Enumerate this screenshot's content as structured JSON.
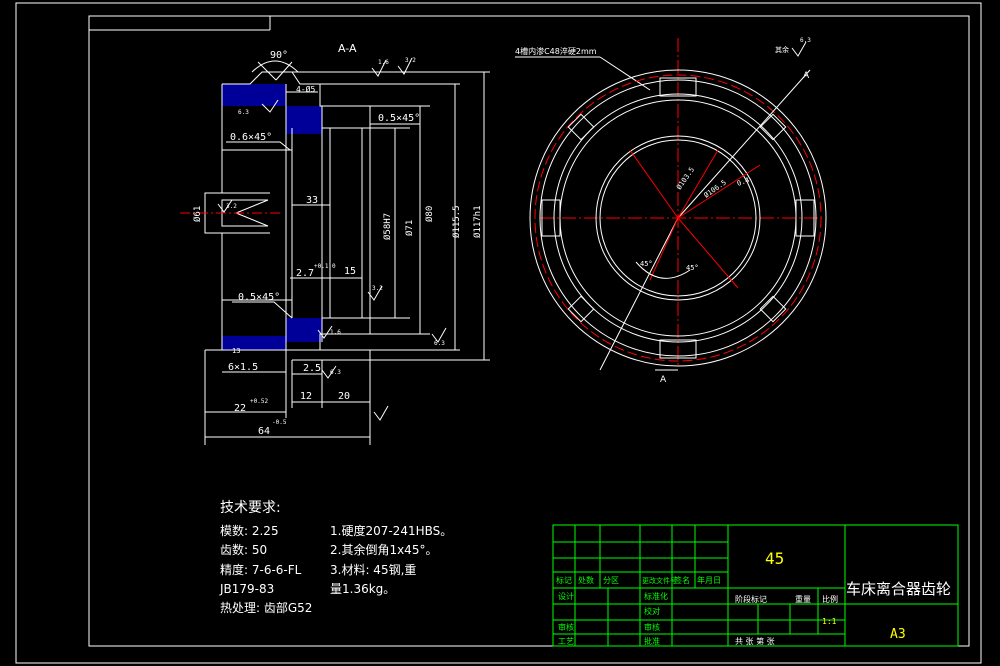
{
  "section_label": "A-A",
  "note_teeth": "4槽内渗C48淬硬2mm",
  "rest_roughness": "其余",
  "view_marker": "A",
  "dims": {
    "angle90": "90°",
    "chamfer4": "4-Ø5",
    "chamfer_a": "0.6×45°",
    "chamfer_b": "0.5×45°",
    "chamfer_c": "0.5×45°",
    "d33": "33",
    "d15": "15",
    "d27": "2.7",
    "d27_tol": "+0.1 0",
    "d12": "12",
    "d20": "20",
    "d25": "2.5",
    "d6x15": "6×1.5",
    "d13": "13",
    "d22": "22",
    "d22_tol": "+0.52",
    "d64": "64",
    "d64_tol": "-0.5",
    "phi58": "Ø58H7",
    "phi71": "Ø71",
    "phi80": "Ø80",
    "phi1155": "Ø115.5",
    "phi117": "Ø117h1",
    "r_note1": "Ø103.5",
    "r_note2": "Ø106.5",
    "r_note3": "0.4",
    "ang45a": "45°",
    "ang45b": "45°",
    "ra1": "1.6",
    "ra2": "3.2",
    "ra3": "6.3",
    "ra4": "3.2",
    "ra5": "3.2",
    "ra6": "6.3",
    "ra7": "1.6",
    "ra8": "6.3"
  },
  "tech": {
    "title": "技术要求:",
    "left": [
      "模数: 2.25",
      "齿数: 50",
      "精度: 7-6-6-FL",
      "JB179-83",
      "热处理: 齿部G52"
    ],
    "right": [
      "1.硬度207-241HBS。",
      "2.其余倒角1x45°。",
      "3.材料: 45钢,重",
      "量1.36kg。"
    ]
  },
  "title_block": {
    "material": "45",
    "part_name": "车床离合器齿轮",
    "sheet_size": "A3",
    "scale": "1:1",
    "hdr_cells": [
      "标记",
      "处数",
      "分区",
      "更改文件号",
      "签名",
      "年月日"
    ],
    "row_labels": [
      "设计",
      "标准化",
      "审核",
      "工艺"
    ],
    "row_labels2": [
      "校对",
      "审核",
      "批准"
    ],
    "stage_cells": [
      "阶段标记",
      "重量",
      "比例"
    ],
    "sheets": "共 张 第 张"
  },
  "colors": {
    "bg": "#000000",
    "line": "#ffffff",
    "center": "#ff0000",
    "hatch": "#0000ff",
    "dim": "#ffff00",
    "table": "#00ff00"
  }
}
